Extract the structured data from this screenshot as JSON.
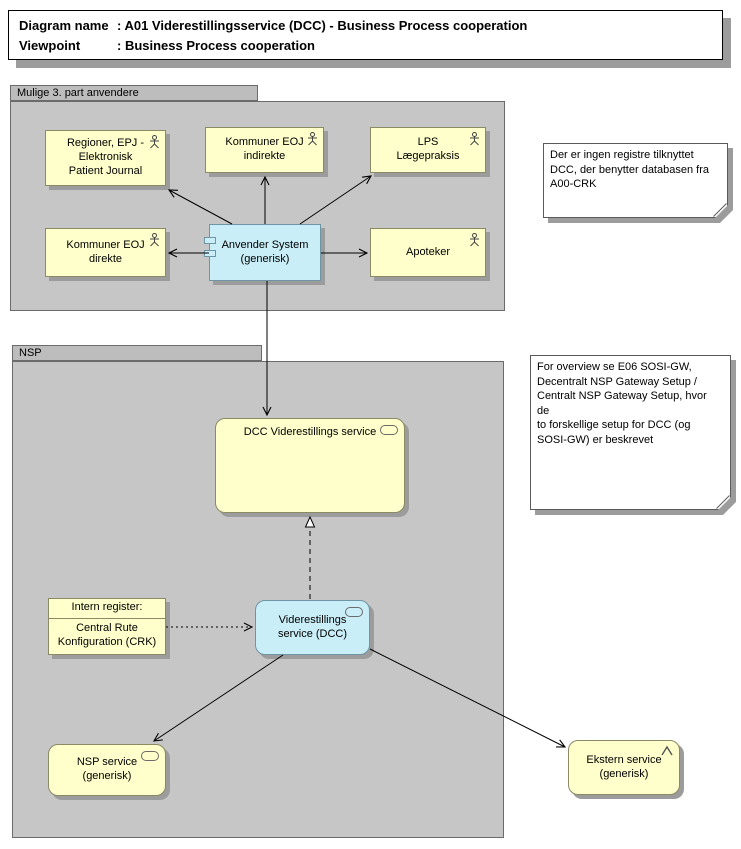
{
  "title": {
    "line1_label": "Diagram name",
    "line1_value": ": A01 Viderestillingsservice (DCC) - Business Process cooperation",
    "line2_label": "Viewpoint",
    "line2_value": ": Business Process cooperation"
  },
  "groups": {
    "third_party": {
      "label": "Mulige 3. part anvendere"
    },
    "nsp": {
      "label": "NSP"
    }
  },
  "nodes": {
    "regioner": {
      "label": "Regioner, EPJ -\nElektronisk\nPatient Journal"
    },
    "kommuner_indirekte": {
      "label": "Kommuner EOJ\nindirekte"
    },
    "lps": {
      "label": "LPS\nLægepraksis"
    },
    "kommuner_direkte": {
      "label": "Kommuner EOJ\ndirekte"
    },
    "apoteker": {
      "label": "Apoteker"
    },
    "anvender_system": {
      "label": "Anvender System\n(generisk)"
    },
    "dcc_service": {
      "label": "DCC Viderestillings service"
    },
    "viderestillings_service": {
      "label": "Viderestillings\nservice (DCC)"
    },
    "intern_register": {
      "title": "Intern register:",
      "label": "Central Rute\nKonfiguration (CRK)"
    },
    "nsp_service": {
      "label": "NSP service\n(generisk)"
    },
    "ekstern_service": {
      "label": "Ekstern service\n(generisk)"
    }
  },
  "notes": {
    "crk_note": {
      "text": "Der er ingen registre tilknyttet\nDCC, der benytter databasen fra\nA00-CRK"
    },
    "overview_note": {
      "text": "For overview se E06 SOSI-GW,\nDecentralt NSP Gateway Setup /\nCentralt NSP Gateway Setup, hvor de\nto forskellige setup for DCC (og\nSOSI-GW) er beskrevet"
    }
  },
  "colors": {
    "node-yellow": "#FFFFCC",
    "node-cyan": "#C9EEF7",
    "group-body": "#C6C6C6",
    "group-tab": "#BDBDBD",
    "border-dark": "#5A5A5A",
    "shadow": "#9C9C9C",
    "line": "#000000"
  }
}
